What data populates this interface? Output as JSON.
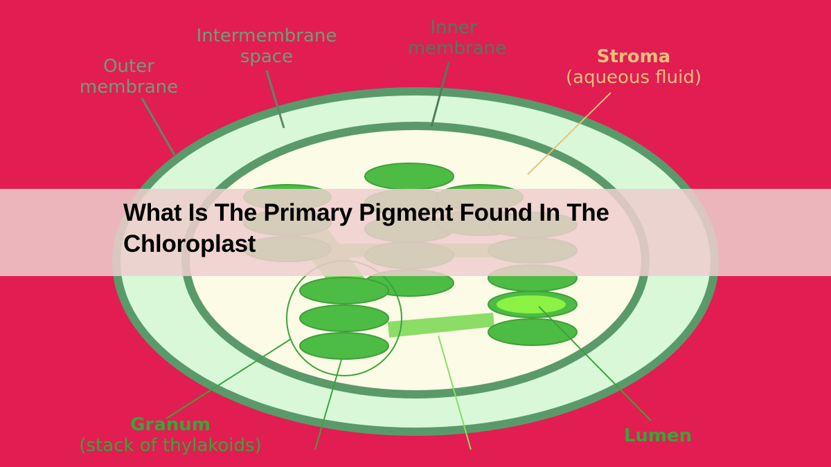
{
  "page": {
    "title": "What Is The Primary Pigment Found In The Chloroplast"
  },
  "colors": {
    "background": "#e21d52",
    "outer_membrane": "#5a9a6a",
    "intermembrane_space": "#d8f8d8",
    "stroma": "#fbfbe6",
    "thylakoid": "#4cbc44",
    "thylakoid_stroke": "#3f9f3a",
    "lumen": "#8cf244",
    "lamella": "#8cdc68",
    "label_gray_green": "#6e9e7a",
    "label_tan": "#e8c07c",
    "label_green": "#3aa43a"
  },
  "diagram": {
    "labels": {
      "outer_membrane": [
        "Outer",
        "membrane"
      ],
      "intermembrane_space": [
        "Intermembrane",
        "space"
      ],
      "inner_membrane": [
        "Inner",
        "membrane"
      ],
      "stroma": "Stroma",
      "stroma_note": "(aqueous fluid)",
      "granum": "Granum",
      "granum_note": "(stack of thylakoids)",
      "lumen": "Lumen"
    }
  }
}
